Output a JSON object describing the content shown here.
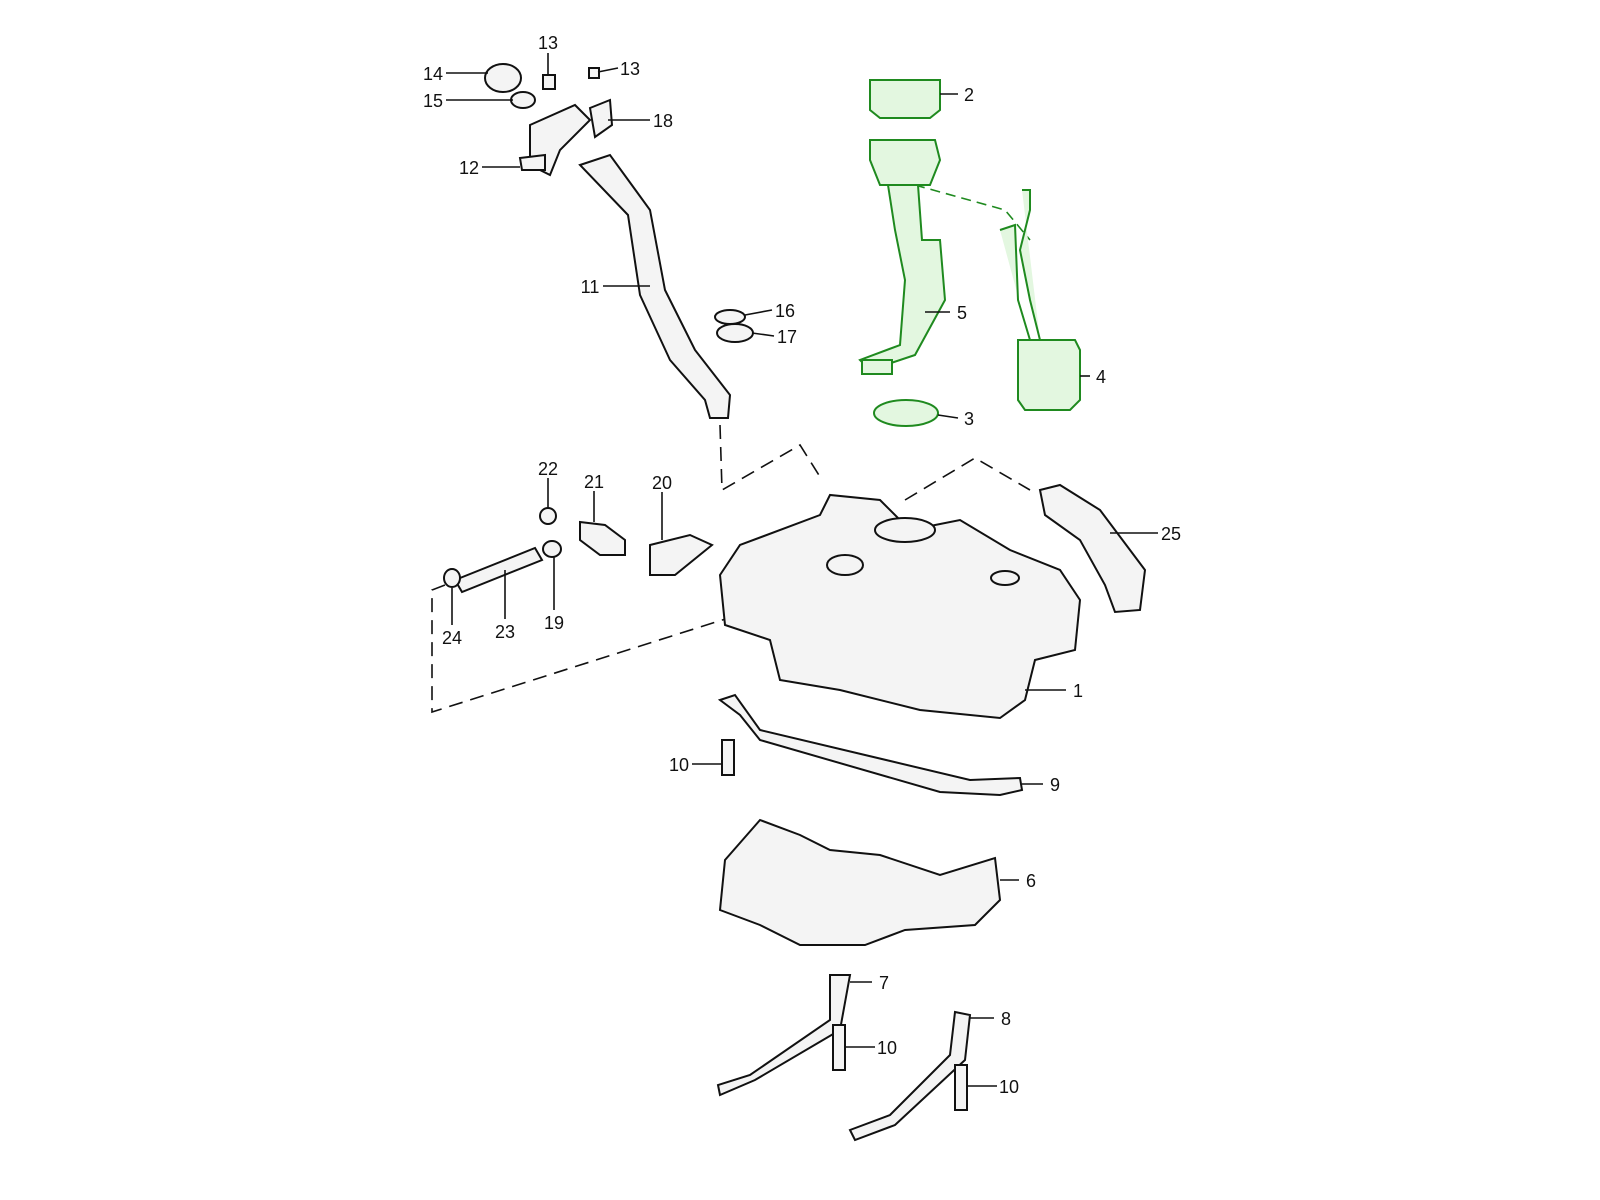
{
  "diagram": {
    "title": "Fuel tank assembly exploded view",
    "highlight_color": "#1f8a1f",
    "labels": [
      "13",
      "13",
      "14",
      "15",
      "18",
      "12",
      "2",
      "11",
      "16",
      "17",
      "5",
      "4",
      "3",
      "22",
      "21",
      "20",
      "25",
      "24",
      "23",
      "19",
      "1",
      "10",
      "9",
      "6",
      "7",
      "10",
      "8",
      "10"
    ]
  }
}
